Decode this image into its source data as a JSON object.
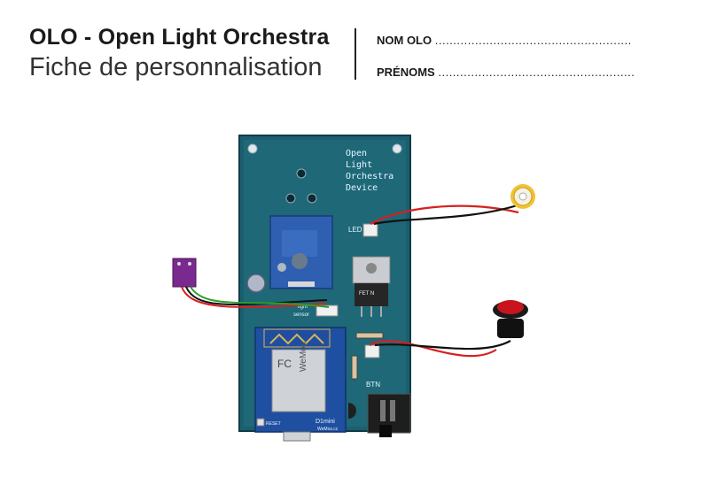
{
  "header": {
    "title": "OLO - Open Light Orchestra",
    "subtitle": "Fiche de personnalisation"
  },
  "form": {
    "nom_label": "NOM OLO",
    "prenoms_label": "PRÉNOMS",
    "dots": "......................................................"
  },
  "board": {
    "text_line1": "Open",
    "text_line2": "Light",
    "text_line3": "Orchestra",
    "text_line4": "Device",
    "led_label": "LED",
    "light_label": "light",
    "sensor_label": "sensor",
    "btn_label": "BTN",
    "fet_label": "FET N",
    "reset_label": "RESET",
    "d1mini_label": "D1mini",
    "wemos_label": "WeMos",
    "wemos_url": "WeMos.cc",
    "fc_label": "FC"
  },
  "colors": {
    "pcb": "#1b5f6e",
    "wire_red": "#d62020",
    "wire_black": "#111111",
    "wire_green": "#2aa02a",
    "d1_board": "#1f4fa0",
    "sensor_board": "#7a2a8f"
  }
}
